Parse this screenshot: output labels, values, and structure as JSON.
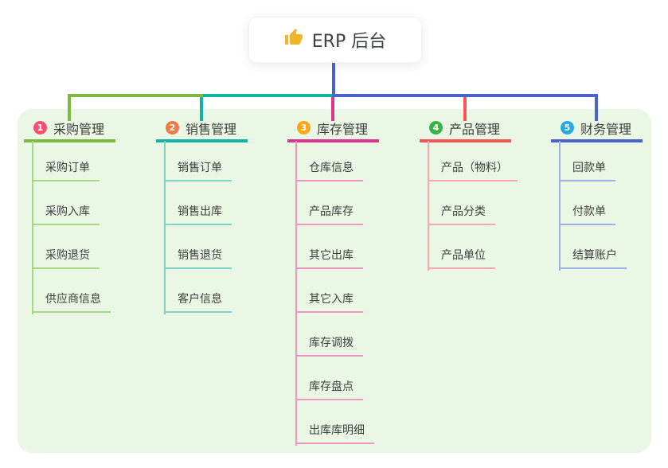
{
  "root": {
    "label": "ERP 后台",
    "icon": "thumbs-up-icon"
  },
  "colors": {
    "panel_background": "#eaf7e4",
    "root_connector": "#4a63cc",
    "thumb_icon": "#f2b52a"
  },
  "branches": [
    {
      "index": "1",
      "label": "采购管理",
      "line_color": "#7cb93e",
      "child_line_color": "#a9d788",
      "badge_color": "#f4516c",
      "children": [
        "采购订单",
        "采购入库",
        "采购退货",
        "供应商信息"
      ]
    },
    {
      "index": "2",
      "label": "销售管理",
      "line_color": "#14b2a5",
      "child_line_color": "#7fd4ca",
      "badge_color": "#ef7a44",
      "children": [
        "销售订单",
        "销售出库",
        "销售退货",
        "客户信息"
      ]
    },
    {
      "index": "3",
      "label": "库存管理",
      "line_color": "#de348e",
      "child_line_color": "#f094c2",
      "badge_color": "#f9a61a",
      "children": [
        "仓库信息",
        "产品库存",
        "其它出库",
        "其它入库",
        "库存调拨",
        "库存盘点",
        "出库库明细"
      ]
    },
    {
      "index": "4",
      "label": "产品管理",
      "line_color": "#f95458",
      "child_line_color": "#fba6a8",
      "badge_color": "#38b34a",
      "children": [
        "产品（物料）",
        "产品分类",
        "产品单位"
      ]
    },
    {
      "index": "5",
      "label": "财务管理",
      "line_color": "#4a63cc",
      "child_line_color": "#9fb0e6",
      "badge_color": "#29a8e0",
      "children": [
        "回款单",
        "付款单",
        "结算账户"
      ]
    }
  ]
}
